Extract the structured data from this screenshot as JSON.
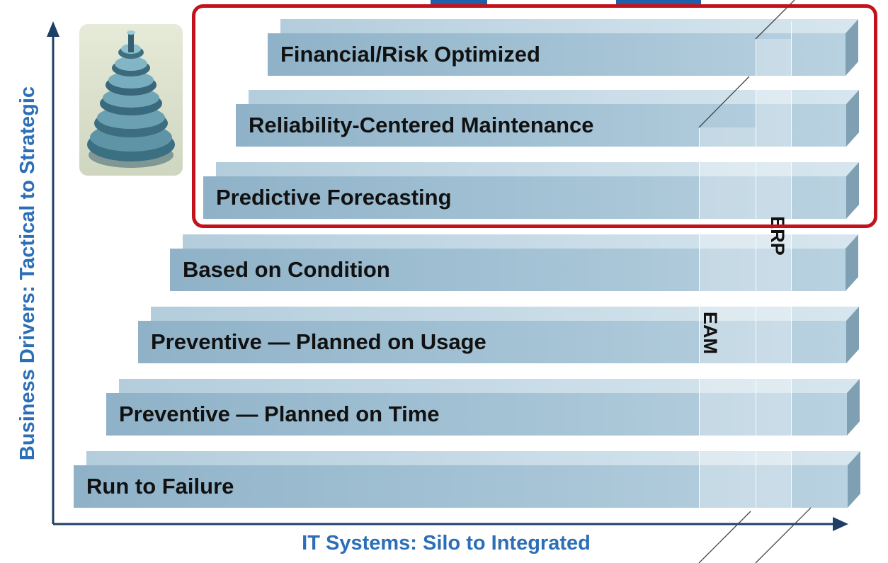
{
  "axes": {
    "y_label": "Business Drivers: Tactical to Strategic",
    "x_label": "IT Systems: Silo to Integrated"
  },
  "bars": [
    {
      "label": "Financial/Risk Optimized"
    },
    {
      "label": "Reliability-Centered Maintenance"
    },
    {
      "label": "Predictive Forecasting"
    },
    {
      "label": "Based on Condition"
    },
    {
      "label": "Preventive — Planned on Usage"
    },
    {
      "label": "Preventive — Planned on Time"
    },
    {
      "label": "Run to Failure"
    }
  ],
  "columns": {
    "eam_label": "EAM",
    "erp_label": "ERP"
  },
  "highlight": {
    "color": "#c4121c"
  },
  "colors": {
    "axis_text": "#2c6fb7",
    "axis_line": "#1f3f66",
    "bar": "#a6c4d6"
  },
  "icons": {
    "image": "gears-photo"
  }
}
